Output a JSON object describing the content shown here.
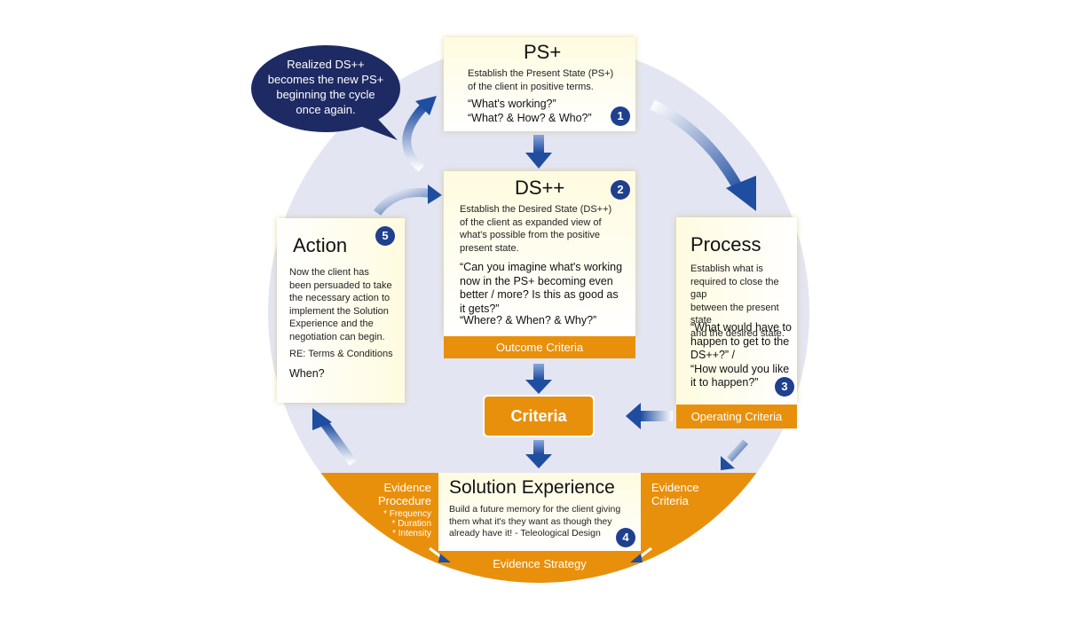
{
  "bubble": {
    "lines": [
      "Realized DS++",
      "becomes the new PS+",
      "beginning the cycle",
      "once again."
    ]
  },
  "ps": {
    "title": "PS+",
    "body": [
      "Establish the Present State (PS+)",
      "of the client in positive terms."
    ],
    "questions": [
      "“What's working?”",
      "“What? & How? & Who?”"
    ],
    "number": "1"
  },
  "ds": {
    "title": "DS++",
    "body": [
      "Establish the Desired State (DS++)",
      "of the client as expanded view of",
      "what's possible from the positive",
      "present state."
    ],
    "questions": [
      "“Can you imagine what's working",
      "now in the PS+ becoming even",
      "better / more? Is this as good as",
      "it gets?”"
    ],
    "questions2": "“Where? & When? & Why?”",
    "number": "2",
    "criteria_bar": "Outcome Criteria"
  },
  "process": {
    "title": "Process",
    "body": [
      "Establish what is",
      "required to close the gap",
      "between the present state",
      "and the desired state."
    ],
    "questions": [
      "“What would have to",
      "happen to get to the",
      "DS++?” /",
      "“How would you like",
      "it to happen?”"
    ],
    "number": "3",
    "criteria_bar": "Operating Criteria"
  },
  "action": {
    "title": "Action",
    "body": [
      "Now the client has",
      "been persuaded to take",
      "the necessary action to",
      "implement the Solution",
      "Experience and the",
      "negotiation can begin."
    ],
    "re": "RE: Terms & Conditions",
    "when": "When?",
    "number": "5"
  },
  "criteria": {
    "label": "Criteria"
  },
  "solution": {
    "title": "Solution Experience",
    "body": [
      "Build a future memory for the client giving",
      "them what it's they want as though they",
      "already have it! - Teleological Design"
    ],
    "number": "4",
    "strategy": "Evidence Strategy"
  },
  "evidence_procedure": {
    "lines": [
      "Evidence",
      "Procedure"
    ],
    "items": [
      "* Frequency",
      "* Duration",
      "* Intensity"
    ]
  },
  "evidence_criteria": {
    "lines": [
      "Evidence",
      "Criteria"
    ]
  },
  "colors": {
    "navy": "#1f3f8f",
    "orange": "#e8900c",
    "circle": "#e3e5f2",
    "cream": "#fffbe0"
  }
}
